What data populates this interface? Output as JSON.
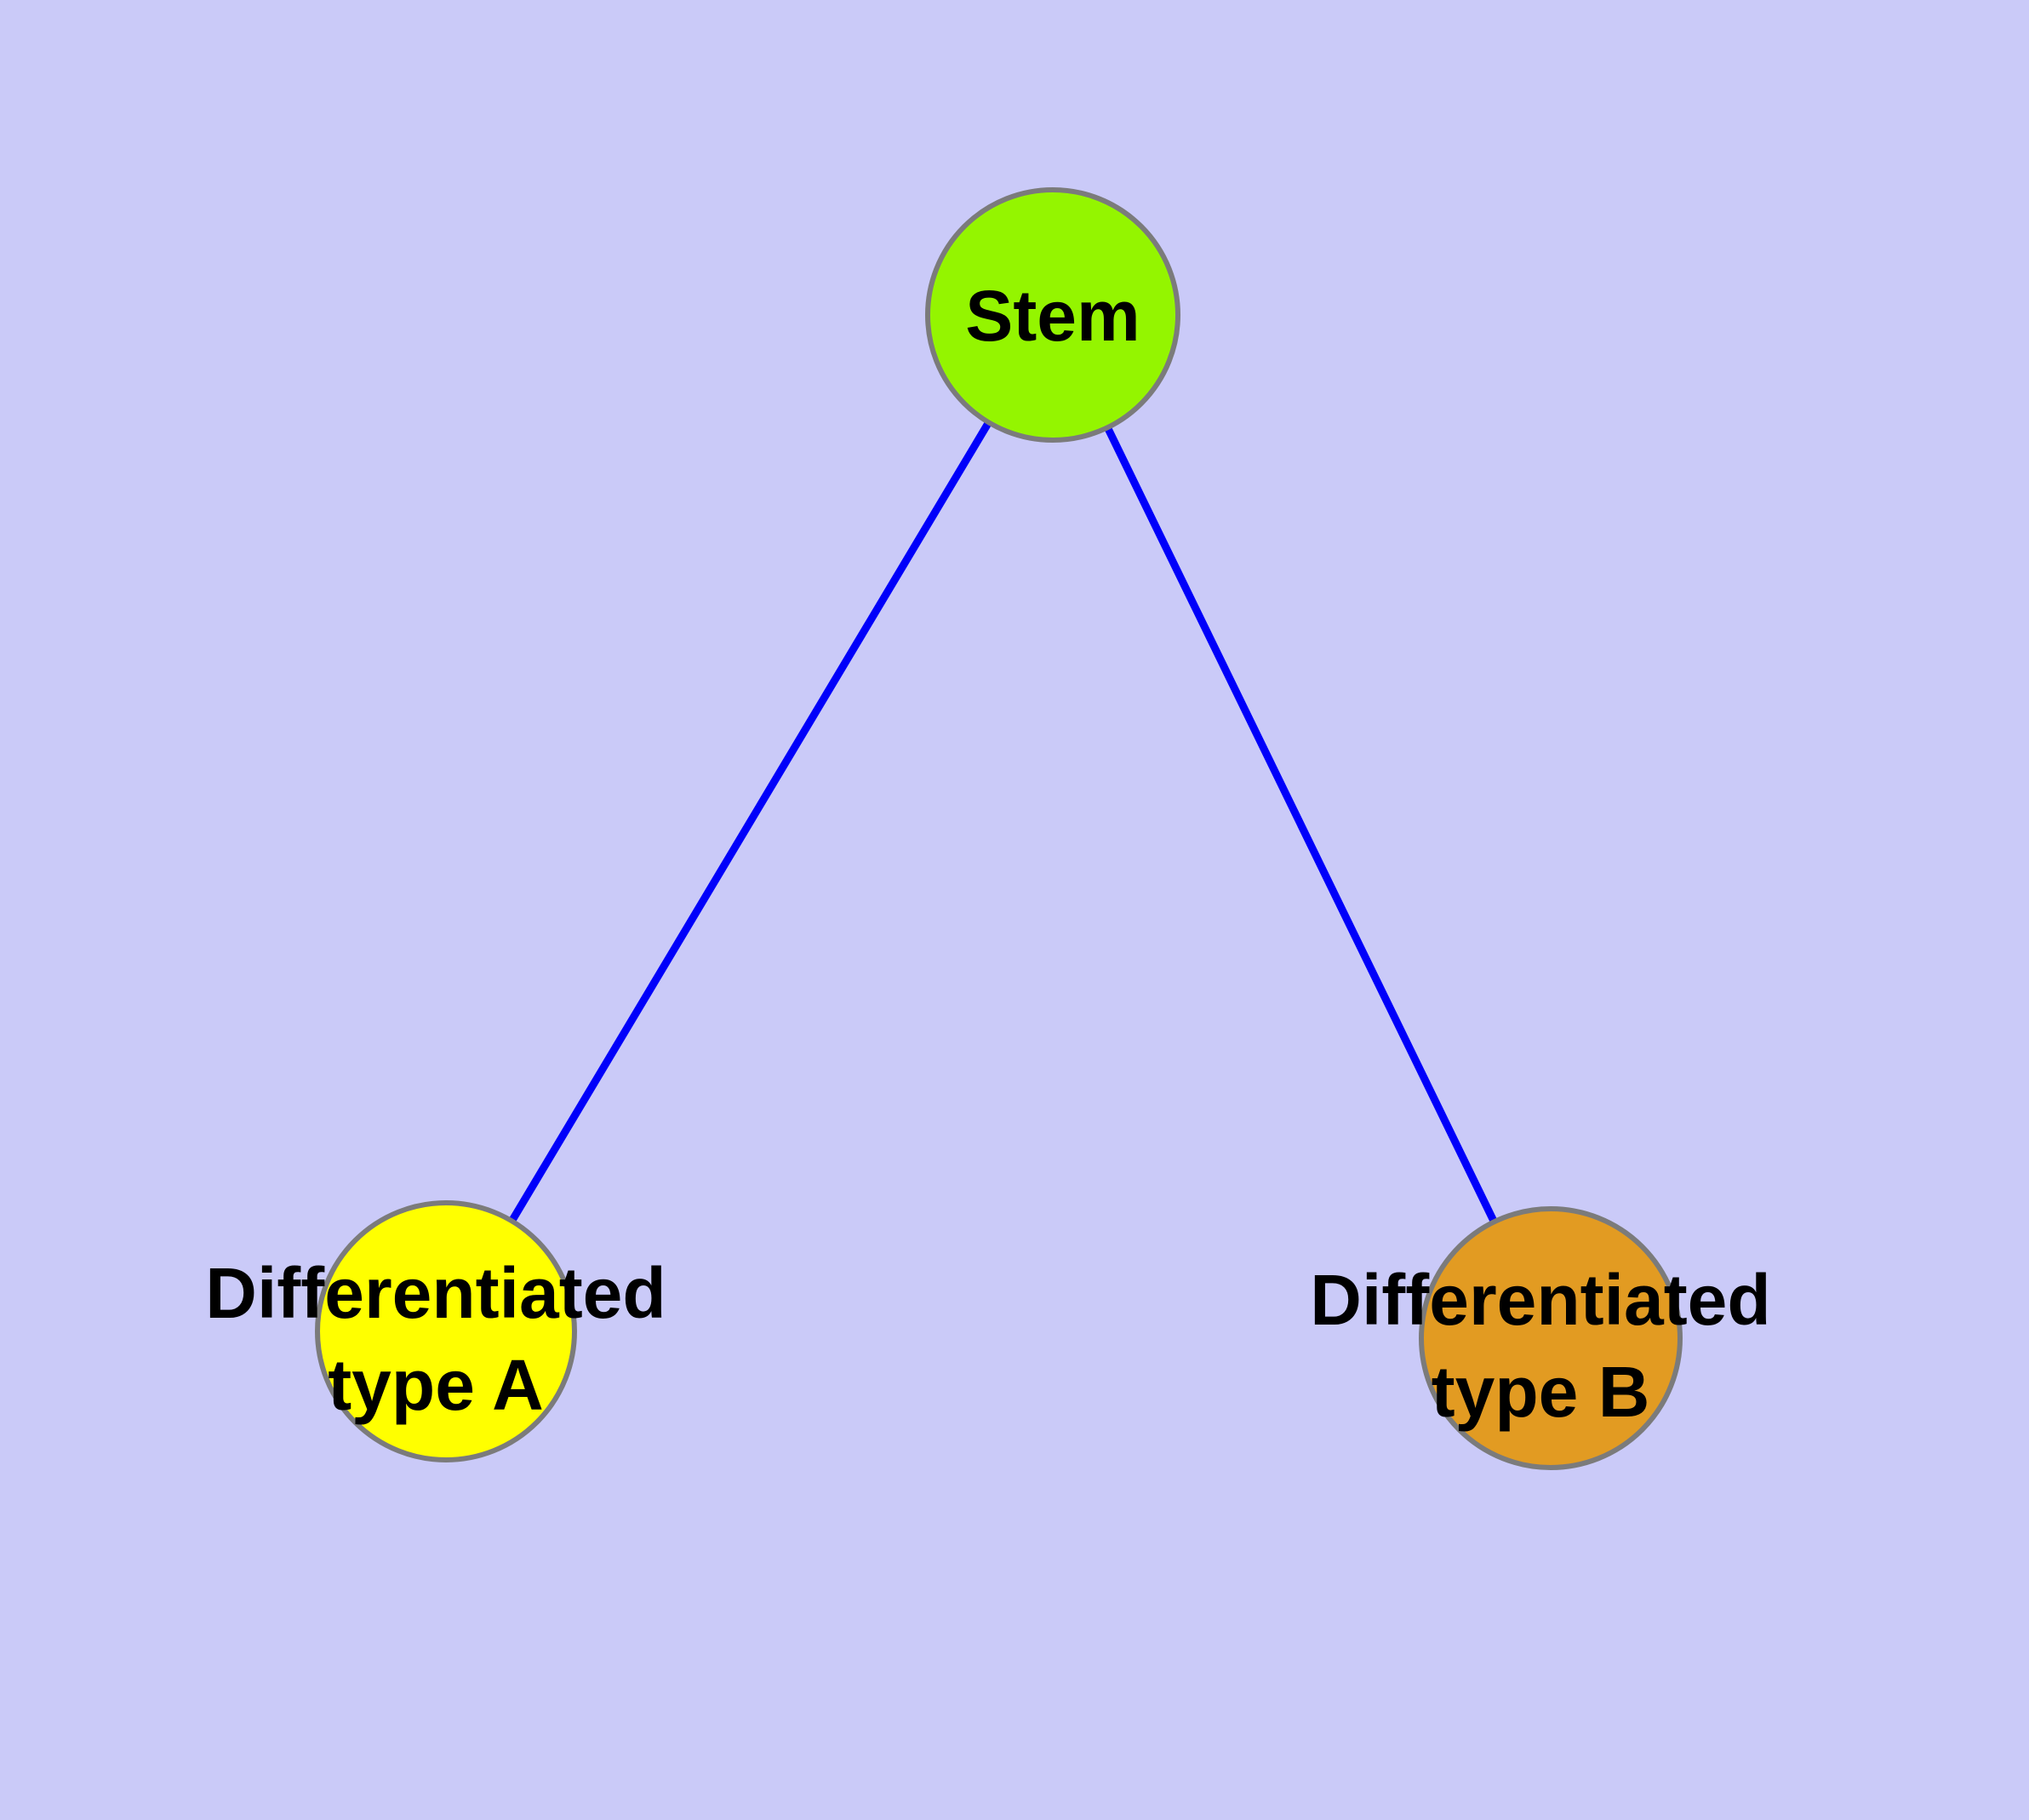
{
  "diagram": {
    "type": "node-link-graph",
    "background_color": "#cacaf8",
    "edge_color": "#0000fa",
    "node_border_color": "#7b7b7b",
    "label_color": "#000000",
    "nodes": [
      {
        "id": "stem",
        "label": "Stem",
        "fill": "#94f500"
      },
      {
        "id": "type-a",
        "label": "Differentiated type A",
        "label_line1": "Differentiated",
        "label_line2": "type A",
        "fill": "#ffff00"
      },
      {
        "id": "type-b",
        "label": "Differentiated type B",
        "label_line1": "Differentiated",
        "label_line2": "type B",
        "fill": "#e29b22"
      }
    ],
    "edges": [
      {
        "from": "Stem",
        "to": "Differentiated type A"
      },
      {
        "from": "Stem",
        "to": "Differentiated type B"
      }
    ]
  }
}
